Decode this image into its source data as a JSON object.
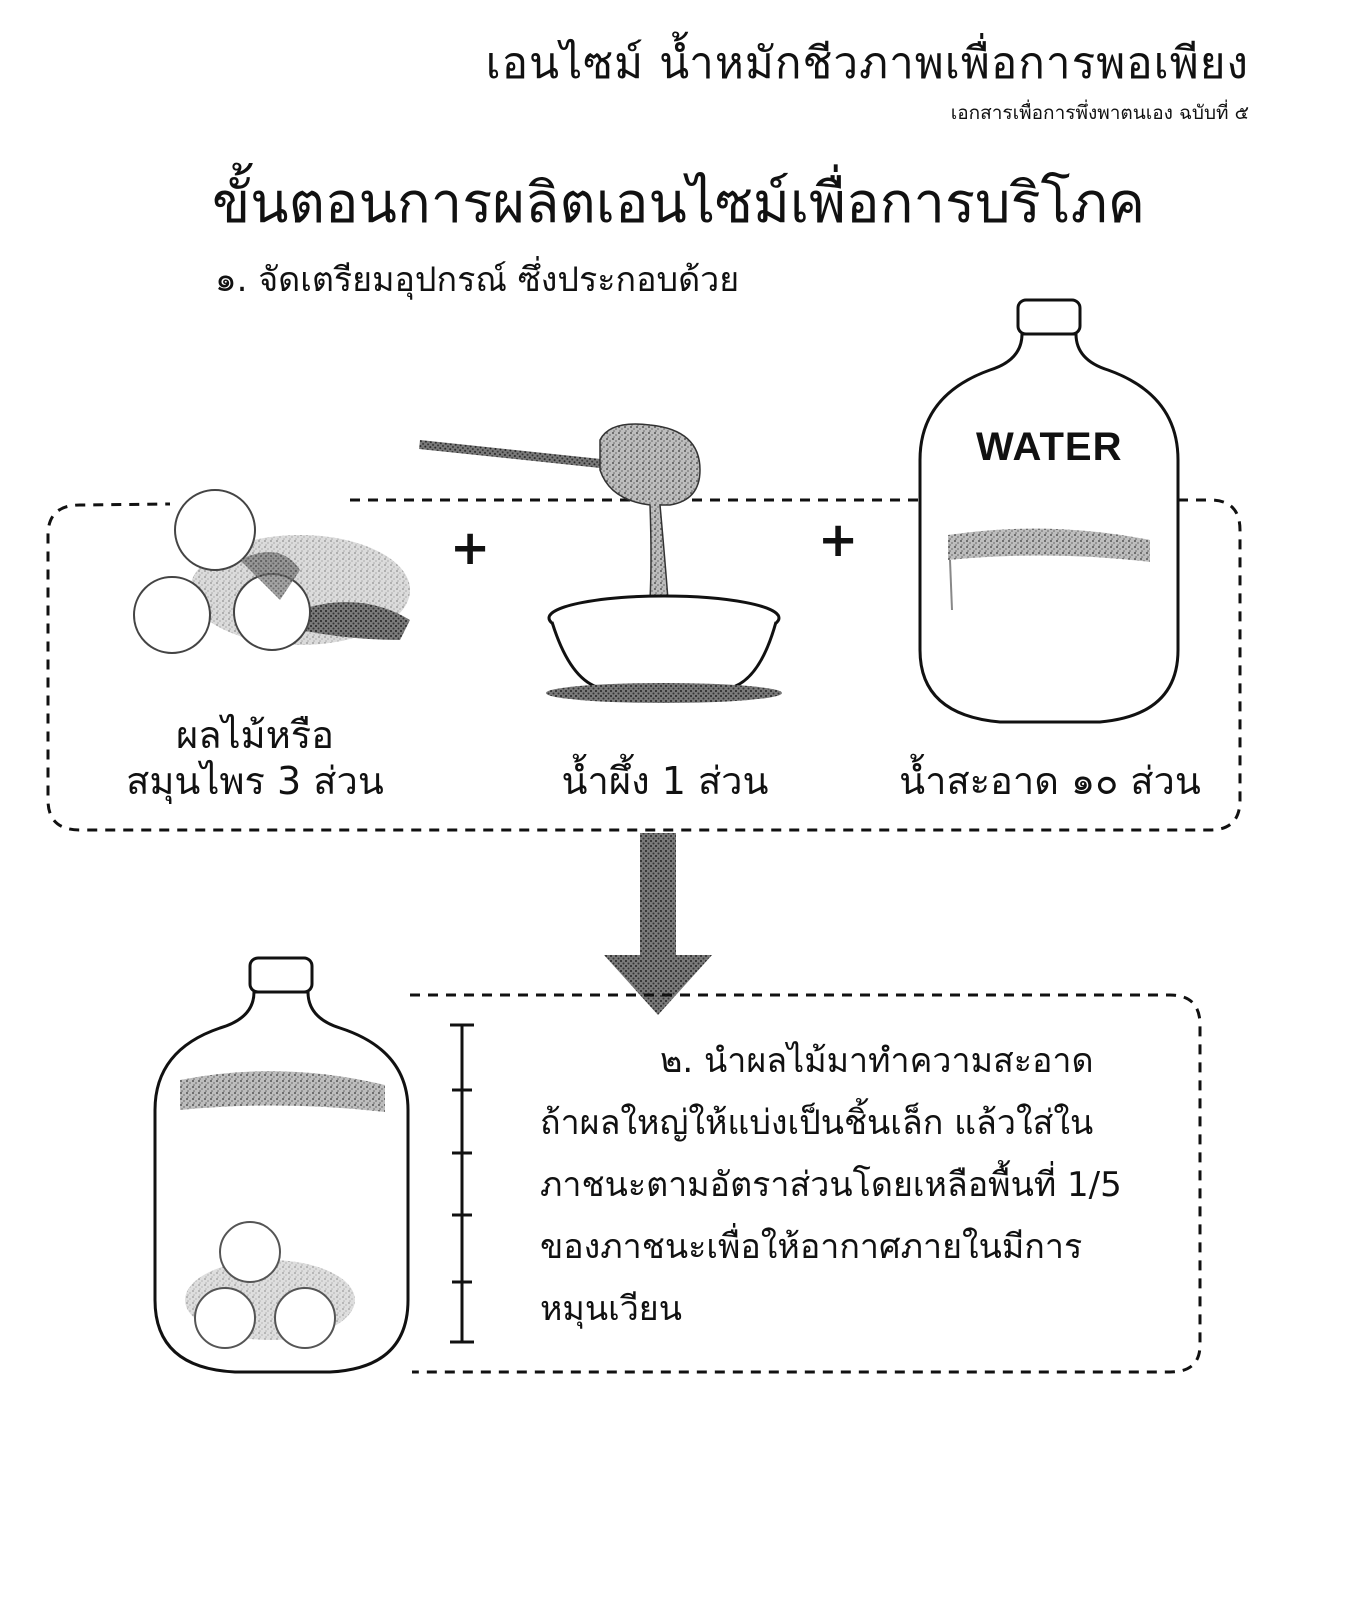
{
  "header": {
    "title": "เอนไซม์ น้ำหมักชีวภาพเพื่อการพอเพียง",
    "subtitle": "เอกสารเพื่อการพึ่งพาตนเอง ฉบับที่ ๕"
  },
  "main_title": "ขั้นตอนการผลิตเอนไซม์เพื่อการบริโภค",
  "step1": {
    "heading": "๑. จัดเตรียมอุปกรณ์ ซึ่งประกอบด้วย",
    "plus": "+",
    "ingredients": [
      {
        "line1": "ผลไม้หรือ",
        "line2": "สมุนไพร 3 ส่วน",
        "icon": "fruit-pile-icon"
      },
      {
        "line1": "",
        "line2": "น้ำผึ้ง 1 ส่วน",
        "icon": "honey-bowl-icon"
      },
      {
        "line1": "",
        "line2": "น้ำสะอาด ๑๐ ส่วน",
        "icon": "water-jug-icon",
        "label": "WATER"
      }
    ]
  },
  "step2": {
    "lines": [
      "๒. นำผลไม้มาทำความสะอาด",
      "ถ้าผลใหญ่ให้แบ่งเป็นชิ้นเล็ก แล้วใส่ใน",
      "ภาชนะตามอัตราส่วนโดยเหลือพื้นที่ 1/5",
      "ของภาชนะเพื่อให้อากาศภายในมีการ",
      "หมุนเวียน"
    ],
    "icon": "fermenting-jar-icon"
  }
}
